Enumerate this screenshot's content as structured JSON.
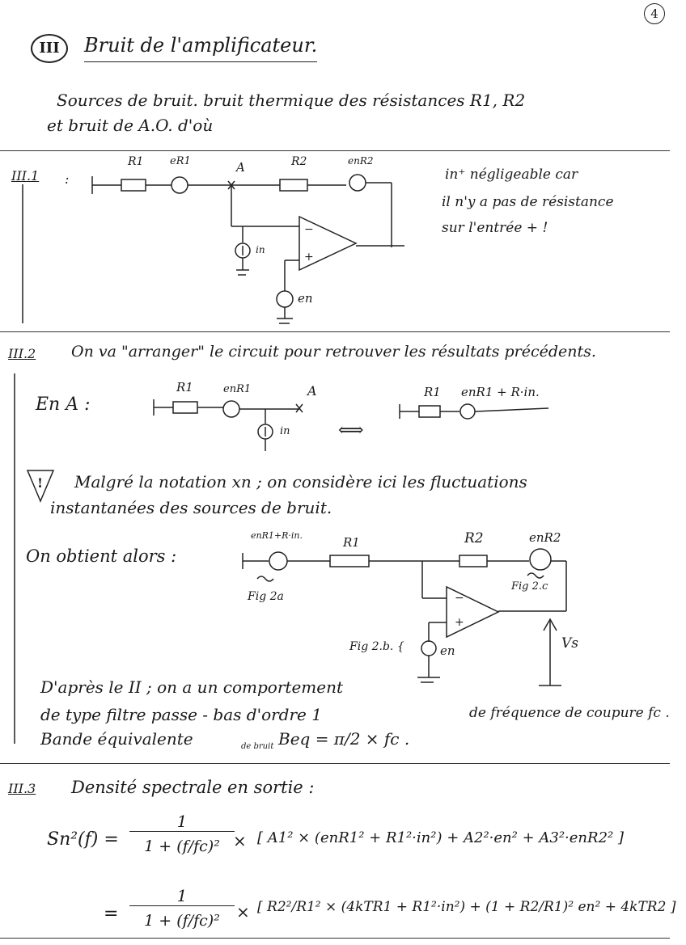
{
  "page_number": "4",
  "section3": {
    "numeral": "III",
    "title": "Bruit de l'amplificateur.",
    "intro_line1": "Sources de bruit.  bruit  thermique des résistances  R1, R2",
    "intro_line2": "et bruit  de   A.O.  d'où"
  },
  "part1": {
    "label": "III.1",
    "colon": ":",
    "labels": {
      "r1": "R1",
      "er1": "eR1",
      "a": "A",
      "r2": "R2",
      "enr2": "enR2",
      "in": "in",
      "en": "en",
      "minus": "−",
      "plus": "+"
    },
    "note_line1": "in⁺  négligeable  car",
    "note_line2": "il n'y a pas de résistance",
    "note_line3": "sur l'entrée + !"
  },
  "part2": {
    "label": "III.2",
    "heading": "On va \"arranger\" le circuit pour retrouver les résultats précédents.",
    "en_a": "En A :",
    "labels": {
      "r1": "R1",
      "enr1": "enR1",
      "a": "A",
      "in": "in",
      "equiv": "⟺",
      "r1b": "R1",
      "sum": "enR1 + R·in."
    },
    "warning_symbol": "!",
    "warning_line1": "Malgré la notation  xn ; on considère  ici les fluctuations",
    "warning_line2": "instantanées des sources de bruit.",
    "obtient": "On obtient alors :",
    "circuit": {
      "src": "enR1+R·in.",
      "r1": "R1",
      "r2": "R2",
      "enr2": "enR2",
      "fig2a": "Fig 2a",
      "fig2c": "Fig 2.c",
      "fig2b": "Fig 2.b. {",
      "en": "en",
      "vs": "Vs",
      "minus": "−",
      "plus": "+"
    },
    "filter_line1": "D'après le II ; on a un comportement",
    "filter_line2": "de type filtre passe - bas d'ordre 1",
    "filter_line3a": "Bande  équivalente",
    "filter_line3b": "de bruit",
    "filter_line3c": "Beq = π/2 × fc .",
    "filter_right": "de fréquence de coupure fc ."
  },
  "part3": {
    "label": "III.3",
    "heading": "Densité  spectrale  en  sortie :",
    "lhs": "Sn²(f) =",
    "num1": "1",
    "den1": "1 + (f/fc)²",
    "times": "×",
    "bracket1": "[ A1² × (enR1² + R1²·in²) + A2²·en² + A3²·enR2² ]",
    "eq2": "=",
    "num2": "1",
    "den2": "1 + (f/fc)²",
    "bracket2": "[ R2²/R1² × (4kTR1 + R1²·in²) + (1 + R2/R1)² en² + 4kTR2 ]"
  }
}
